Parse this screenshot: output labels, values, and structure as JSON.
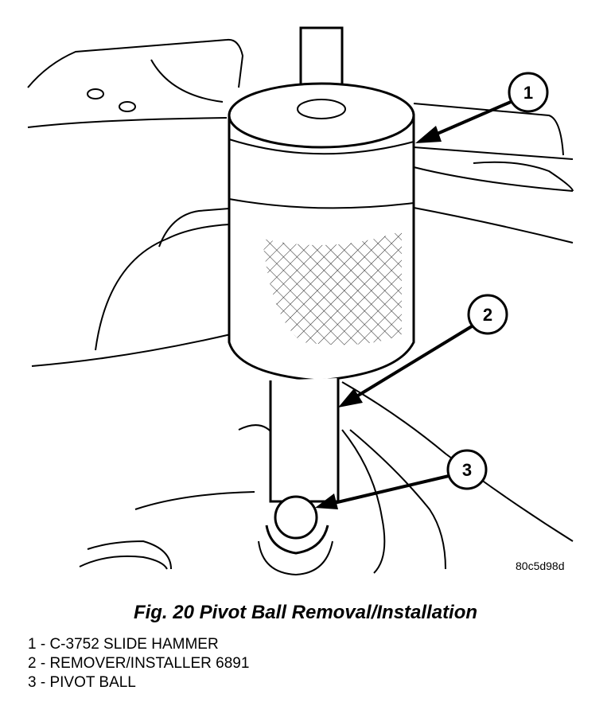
{
  "figure": {
    "image_id": "80c5d98d",
    "caption": "Fig. 20 Pivot Ball Removal/Installation",
    "callouts": [
      {
        "number": "1",
        "label": "1 - C-3752 SLIDE HAMMER"
      },
      {
        "number": "2",
        "label": "2 - REMOVER/INSTALLER 6891"
      },
      {
        "number": "3",
        "label": "3 - PIVOT BALL"
      }
    ]
  }
}
